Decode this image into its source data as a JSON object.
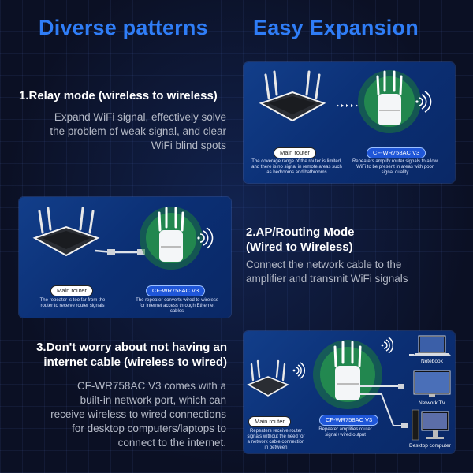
{
  "titles": {
    "left": "Diverse patterns",
    "right": "Easy Expansion"
  },
  "section1": {
    "heading": "1.Relay mode (wireless to wireless)",
    "desc": [
      "Expand WiFi signal, effectively solve",
      "the problem of weak signal, and clear",
      "WiFi blind spots"
    ],
    "main_router_label": "Main router",
    "repeater_label": "CF-WR758AC V3",
    "router_note": "The coverage range of the router is limited, and there is no signal in remote areas such as bedrooms and bathrooms",
    "repeater_note": "Repeaters amplify router signals to allow WiFi to be present in areas with poor signal quality"
  },
  "section2": {
    "heading": [
      "2.AP/Routing Mode",
      "(Wired to Wireless)"
    ],
    "desc": [
      "Connect the network cable to the",
      "amplifier and transmit WiFi signals"
    ],
    "main_router_label": "Main router",
    "repeater_label": "CF-WR758AC V3",
    "router_note": "The repeater is too far from the router to receive router signals",
    "repeater_note": "The repeater converts wired to wireless for internet access through Ethernet cables"
  },
  "section3": {
    "heading": [
      "3.Don't worry about not having an",
      "internet cable (wireless to wired)"
    ],
    "desc": [
      "CF-WR758AC V3 comes with a",
      "built-in network port, which can",
      "receive wireless to wired connections",
      "for desktop computers/laptops to",
      "connect to the internet."
    ],
    "main_router_label": "Main router",
    "repeater_label": "CF-WR758AC V3",
    "router_note": "Repeaters receive router signals without the need for a network cable connection in between",
    "repeater_note": "Repeater amplifies router signal+wired output",
    "devices": [
      "Notebook",
      "Network TV",
      "Desktop computer"
    ]
  },
  "colors": {
    "title": "#2f7df7",
    "panel": "#0b2f74",
    "accent_green": "#37d34a"
  }
}
